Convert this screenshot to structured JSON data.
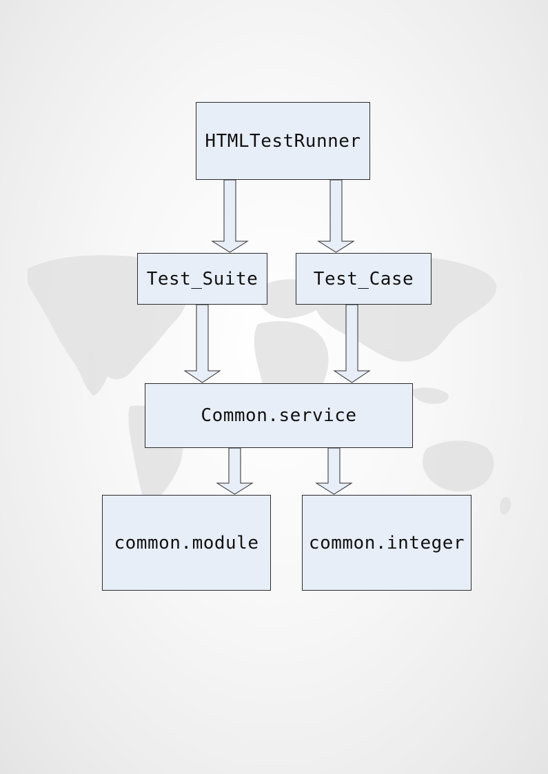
{
  "diagram": {
    "nodes": {
      "runner": "HTMLTestRunner",
      "suite": "Test_Suite",
      "case": "Test_Case",
      "service": "Common.service",
      "module": "common.module",
      "integer": "common.integer"
    },
    "edges": [
      {
        "from": "runner",
        "to": "suite"
      },
      {
        "from": "runner",
        "to": "case"
      },
      {
        "from": "suite",
        "to": "service"
      },
      {
        "from": "case",
        "to": "service"
      },
      {
        "from": "service",
        "to": "module"
      },
      {
        "from": "service",
        "to": "integer"
      }
    ],
    "colors": {
      "box_fill": "#e8eef8",
      "box_border": "#2b2b2b",
      "arrow_fill": "#e8eef8",
      "map_shade": "#e3e3e3"
    }
  }
}
